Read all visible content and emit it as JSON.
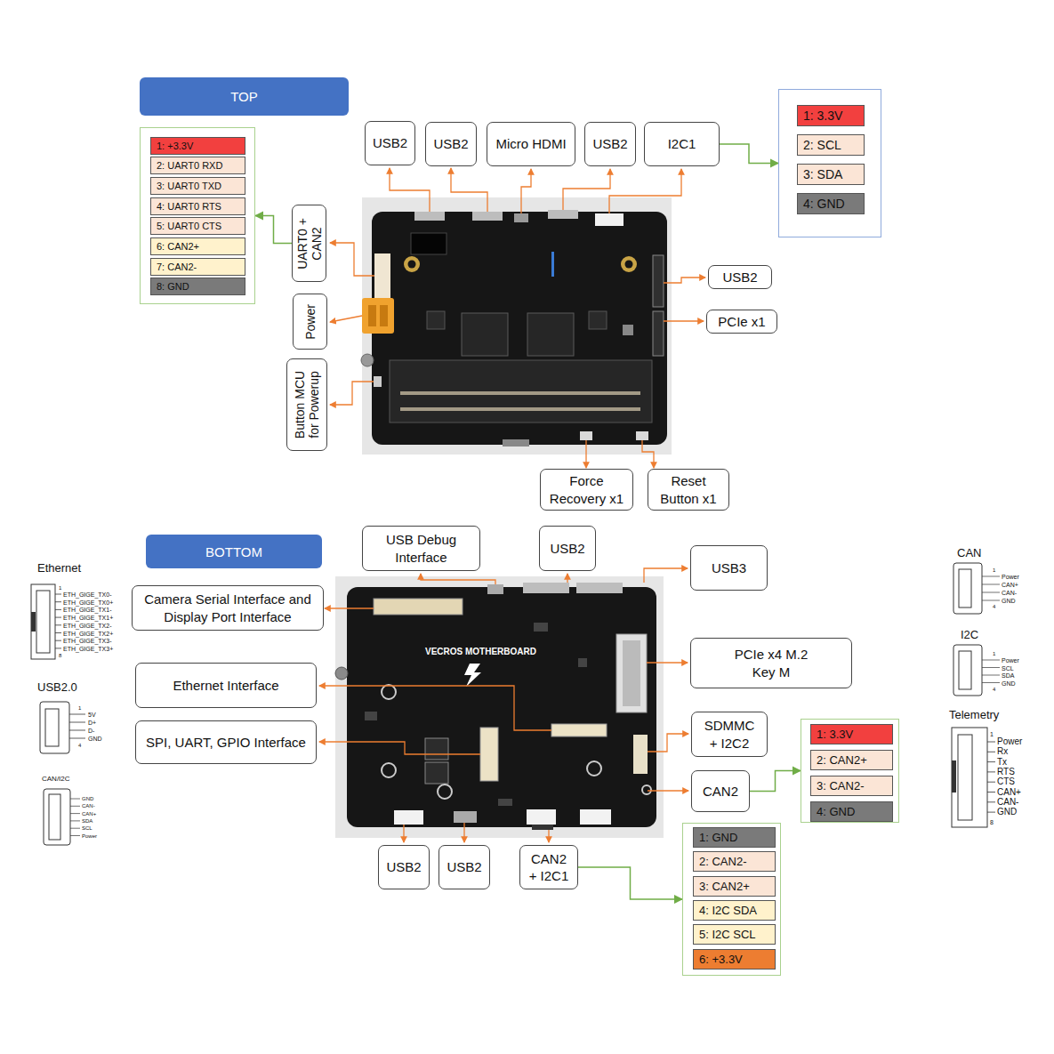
{
  "diagram": {
    "nodes": [
      {
        "text": [
          "TOP"
        ]
      },
      {
        "text": []
      },
      {
        "text": [
          "1: 3.3V"
        ],
        "in": 1
      },
      {
        "text": [
          "2: SCL"
        ],
        "in": 1
      },
      {
        "text": [
          "3: SDA"
        ],
        "in": 1
      },
      {
        "text": [
          "4: GND"
        ],
        "in": 1
      },
      {
        "text": [
          "USB2"
        ]
      },
      {
        "text": [
          "USB2"
        ]
      },
      {
        "text": [
          "Micro HDMI"
        ]
      },
      {
        "text": [
          "USB2"
        ]
      },
      {
        "text": [
          "I2C1"
        ]
      },
      {
        "text": []
      },
      {
        "text": [
          "1: +3.3V"
        ],
        "in": 11
      },
      {
        "text": [
          "2: UART0 RXD"
        ],
        "in": 11
      },
      {
        "text": [
          "3: UART0 TXD"
        ],
        "in": 11
      },
      {
        "text": [
          "4: UART0 RTS"
        ],
        "in": 11
      },
      {
        "text": [
          "5: UART0 CTS"
        ],
        "in": 11
      },
      {
        "text": [
          "6: CAN2+"
        ],
        "in": 11
      },
      {
        "text": [
          "7: CAN2-"
        ],
        "in": 11
      },
      {
        "text": [
          "8: GND"
        ],
        "in": 11
      },
      {
        "text": [
          "UART0 + CAN2"
        ]
      },
      {
        "text": [
          "USB2"
        ]
      },
      {
        "text": [
          "Power"
        ]
      },
      {
        "text": [
          "PCIe x1"
        ]
      },
      {
        "text": [
          "Button MCU for Powerup"
        ]
      },
      {
        "text": [
          "Force Recovery x1"
        ]
      },
      {
        "text": [
          "Reset Button x1"
        ]
      },
      {
        "text": [
          "USB Debug Interface"
        ]
      },
      {
        "text": [
          "USB2"
        ]
      },
      {
        "text": [
          "BOTTOM"
        ]
      },
      {
        "text": [
          "USB3"
        ]
      },
      {
        "text": [
          "Camera Serial Interface and Display Port Interface"
        ]
      },
      {
        "text": [
          "PCIe x4 M.2 Key M"
        ]
      },
      {
        "text": [
          "Ethernet Interface"
        ]
      },
      {
        "text": [
          "SDMMC + I2C2"
        ]
      },
      {
        "text": []
      },
      {
        "text": [
          "1: 3.3V"
        ],
        "in": 35
      },
      {
        "text": [
          "2: CAN2+"
        ],
        "in": 35
      },
      {
        "text": [
          "3: CAN2-"
        ],
        "in": 35
      },
      {
        "text": [
          "4: GND"
        ],
        "in": 35
      },
      {
        "text": [
          "SPI, UART, GPIO Interface"
        ]
      },
      {
        "text": [
          "CAN2"
        ]
      },
      {
        "text": []
      },
      {
        "text": [
          "1: GND"
        ],
        "in": 42
      },
      {
        "text": [
          "2: CAN2-"
        ],
        "in": 42
      },
      {
        "text": [
          "3: CAN2+"
        ],
        "in": 42
      },
      {
        "text": [
          "4: I2C SDA"
        ],
        "in": 42
      },
      {
        "text": [
          "5: I2C SCL"
        ],
        "in": 42
      },
      {
        "text": [
          "6: +3.3V"
        ],
        "in": 42
      },
      {
        "text": [
          "USB2"
        ]
      },
      {
        "text": [
          "USB2"
        ]
      },
      {
        "text": [
          "CAN2 + I2C1"
        ]
      }
    ],
    "edges": [
      {
        "from": 10,
        "to": 1,
        "arrow": "to"
      },
      {
        "from": 20,
        "to": 11,
        "arrow": "to"
      },
      {
        "from": 41,
        "to": 35,
        "arrow": "to"
      },
      {
        "from": 51,
        "to": 42,
        "arrow": "to"
      }
    ],
    "labels": [
      "VECROS MOTHERBOARD",
      "Ethernet",
      "ETH_GIGE_TX0-",
      "ETH_GIGE_TX0+",
      "ETH_GIGE_TX1-",
      "ETH_GIGE_TX1+",
      "ETH_GIGE_TX2-",
      "ETH_GIGE_TX2+",
      "ETH_GIGE_TX3-",
      "ETH_GIGE_TX3+",
      "1",
      "8",
      "USB2.0",
      "5V",
      "D+",
      "D-",
      "GND",
      "1",
      "4",
      "CAN/I2C",
      "GND",
      "CAN-",
      "CAN+",
      "SDA",
      "SCL",
      "Power",
      "CAN",
      "Power",
      "CAN+",
      "CAN-",
      "GND",
      "1",
      "4",
      "I2C",
      "Power",
      "SCL",
      "SDA",
      "GND",
      "1",
      "4",
      "Telemetry",
      "Power",
      "Rx",
      "Tx",
      "RTS",
      "CTS",
      "CAN+",
      "CAN-",
      "GND",
      "1",
      "8"
    ]
  }
}
